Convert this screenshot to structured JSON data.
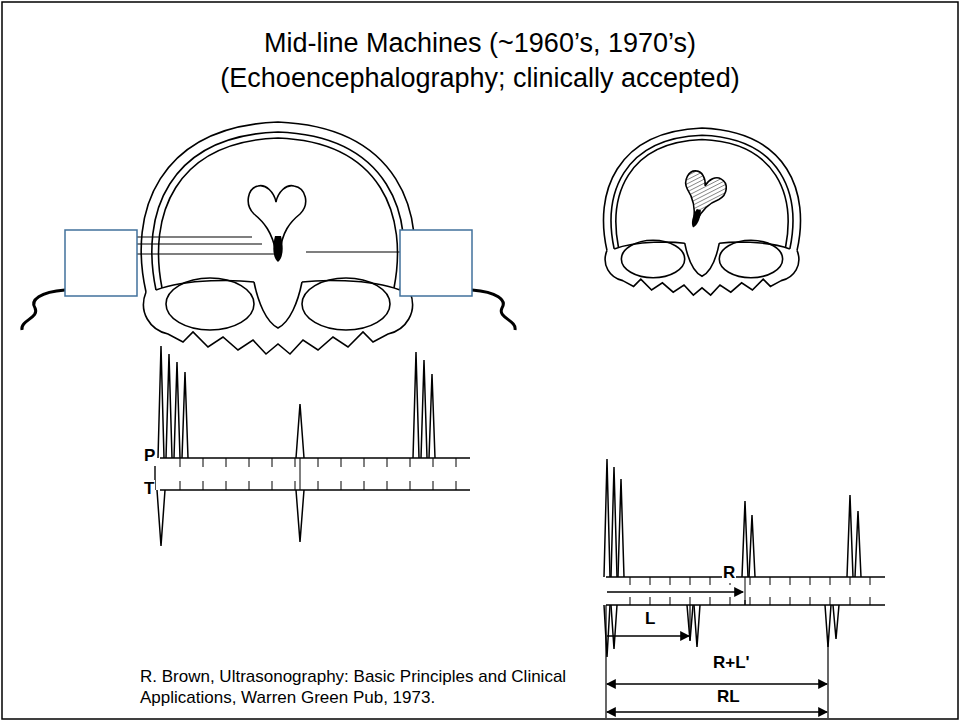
{
  "diagram": {
    "title": "Mid-line Machines (~1960’s, 1970’s) (Echoencephalography; clinically accepted)",
    "caption": "R. Brown, Ultrasonography: Basic Principles and Clinical Applications, Warren Green Pub, 1973.",
    "labels": [
      "P",
      "T",
      "R",
      "L",
      "R+L'",
      "RL"
    ]
  }
}
